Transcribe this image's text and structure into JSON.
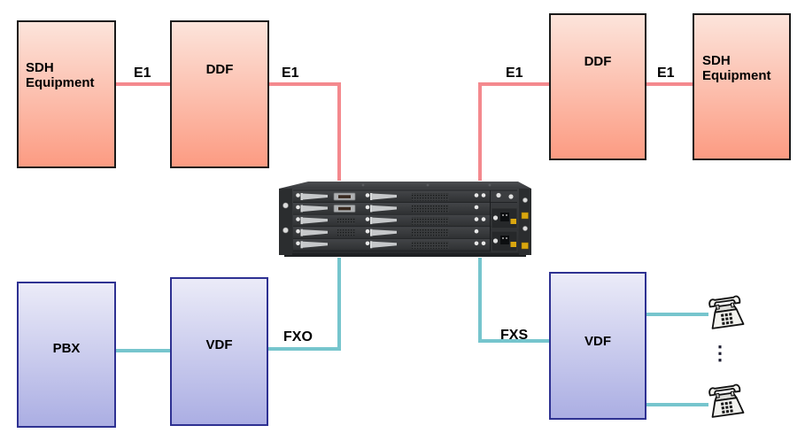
{
  "colors": {
    "e1_line": "#F4898E",
    "voice_line": "#76C5CD",
    "peach_top": "#FCE4DB",
    "peach_bottom": "#FC9B82",
    "peach_border": "#1A1A1A",
    "blue_top": "#EBEBF8",
    "blue_bottom": "#ABAEE3",
    "blue_border": "#2E3192",
    "dots_color": "#1A1A2E"
  },
  "boxes": {
    "sdh_left": {
      "label": "SDH Equipment"
    },
    "ddf_left": {
      "label": "DDF"
    },
    "ddf_right": {
      "label": "DDF"
    },
    "sdh_right": {
      "label": "SDH Equipment"
    },
    "pbx": {
      "label": "PBX"
    },
    "vdf_left": {
      "label": "VDF"
    },
    "vdf_right": {
      "label": "VDF"
    }
  },
  "links": {
    "e1_sdh_to_ddf_left": "E1",
    "e1_ddf_to_gateway_left": "E1",
    "e1_gateway_to_ddf_right": "E1",
    "e1_ddf_to_sdh_right": "E1",
    "fxo": "FXO",
    "fxs": "FXS"
  },
  "phones": {
    "ellipsis": "⋮"
  },
  "icons": {
    "gateway_device": "rack-chassis",
    "telephone": "desk-phone"
  }
}
